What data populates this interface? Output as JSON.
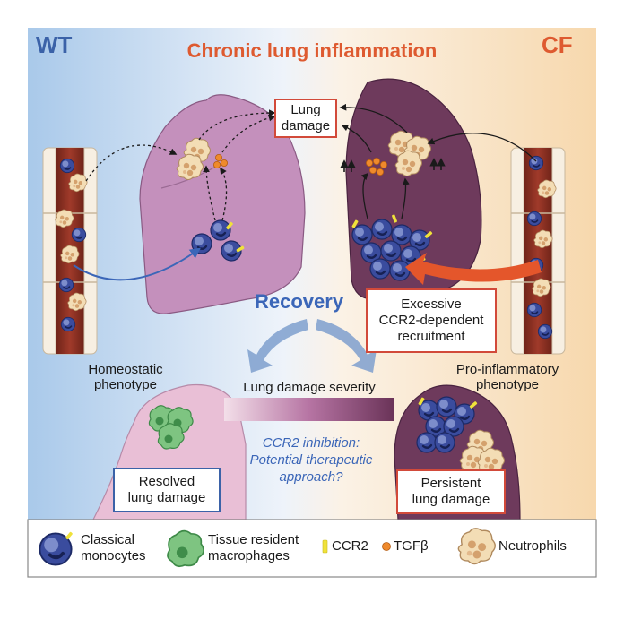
{
  "title": "Chronic lung inflammation",
  "left_label": "WT",
  "right_label": "CF",
  "center_box": [
    "Lung",
    "damage"
  ],
  "recovery": "Recovery",
  "excessive_box": [
    "Excessive",
    "CCR2-dependent",
    "recruitment"
  ],
  "homeostatic": [
    "Homeostatic",
    "phenotype"
  ],
  "proinflammatory": [
    "Pro-inflammatory",
    "phenotype"
  ],
  "severity_label": "Lung damage severity",
  "question": [
    "CCR2 inhibition:",
    "Potential therapeutic",
    "approach?"
  ],
  "resolved_box": [
    "Resolved",
    "lung damage"
  ],
  "persistent_box": [
    "Persistent",
    "lung damage"
  ],
  "legend": {
    "monocytes": [
      "Classical",
      "monocytes"
    ],
    "macrophages": [
      "Tissue resident",
      "macrophages"
    ],
    "ccr2": "CCR2",
    "tgfb": "TGFβ",
    "neutrophils": "Neutrophils"
  },
  "colors": {
    "wt_blue": "#3b62a8",
    "cf_orange": "#de5a30",
    "healthy_lung": "#c490bc",
    "diseased_lung": "#6e3a5c",
    "resolved_lung": "#e9bfd6",
    "monocyte": "#3a4c9e",
    "macrophage": "#7ec481",
    "neutrophil": "#f3ddb5",
    "ccr2": "#f0e23a",
    "tgfb": "#ef8a2c"
  }
}
